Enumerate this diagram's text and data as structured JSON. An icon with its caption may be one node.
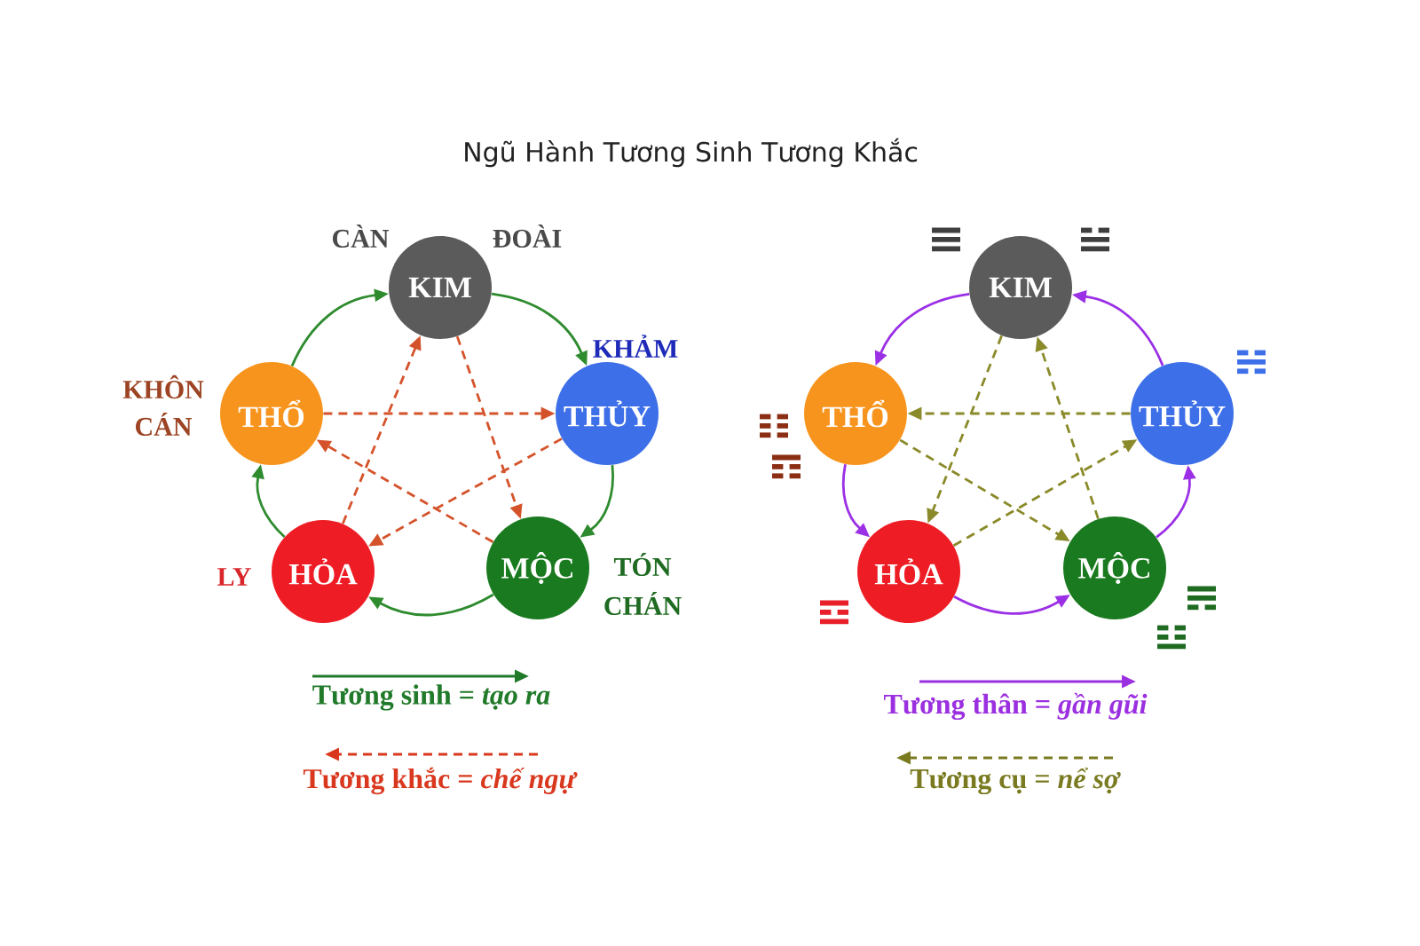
{
  "diagram": {
    "title": "Ngũ Hành Tương Sinh Tương Khắc",
    "nodes": [
      {
        "text": [
          "KIM"
        ],
        "beside": [
          "CÀN",
          "ĐOÀI"
        ]
      },
      {
        "text": [
          "THỔ"
        ],
        "beside": [
          "KHÔN",
          "CÁN"
        ]
      },
      {
        "text": [
          "THỦY"
        ],
        "beside": [
          "KHẢM"
        ]
      },
      {
        "text": [
          "HỎA"
        ],
        "beside": [
          "LY"
        ]
      },
      {
        "text": [
          "MỘC"
        ],
        "beside": [
          "TÓN",
          "CHÁN"
        ]
      },
      {
        "text": [
          "KIM"
        ]
      },
      {
        "text": [
          "THỔ"
        ]
      },
      {
        "text": [
          "THỦY"
        ]
      },
      {
        "text": [
          "HỎA"
        ]
      },
      {
        "text": [
          "MỘC"
        ]
      }
    ],
    "edges": [
      {
        "from": 0,
        "to": 2,
        "arrow": "to",
        "color": "#2e8b2e"
      },
      {
        "from": 2,
        "to": 4,
        "arrow": "to",
        "color": "#2e8b2e"
      },
      {
        "from": 4,
        "to": 3,
        "arrow": "to",
        "color": "#2e8b2e"
      },
      {
        "from": 3,
        "to": 1,
        "arrow": "to",
        "color": "#2e8b2e"
      },
      {
        "from": 1,
        "to": 0,
        "arrow": "to",
        "color": "#2e8b2e"
      },
      {
        "from": 0,
        "to": 4,
        "arrow": "to",
        "style": "dashed",
        "color": "#d4532b"
      },
      {
        "from": 4,
        "to": 1,
        "arrow": "to",
        "style": "dashed",
        "color": "#d4532b"
      },
      {
        "from": 1,
        "to": 2,
        "arrow": "to",
        "style": "dashed",
        "color": "#d4532b"
      },
      {
        "from": 2,
        "to": 3,
        "arrow": "to",
        "style": "dashed",
        "color": "#d4532b"
      },
      {
        "from": 3,
        "to": 0,
        "arrow": "to",
        "style": "dashed",
        "color": "#d4532b"
      },
      {
        "from": 5,
        "to": 6,
        "arrow": "to",
        "color": "#9b30e6"
      },
      {
        "from": 6,
        "to": 8,
        "arrow": "to",
        "color": "#9b30e6"
      },
      {
        "from": 8,
        "to": 9,
        "arrow": "to",
        "color": "#9b30e6"
      },
      {
        "from": 9,
        "to": 7,
        "arrow": "to",
        "color": "#9b30e6"
      },
      {
        "from": 7,
        "to": 5,
        "arrow": "to",
        "color": "#9b30e6"
      },
      {
        "from": 5,
        "to": 8,
        "arrow": "to",
        "style": "dashed",
        "color": "#8a8a2a"
      },
      {
        "from": 8,
        "to": 7,
        "arrow": "to",
        "style": "dashed",
        "color": "#8a8a2a"
      },
      {
        "from": 7,
        "to": 6,
        "arrow": "to",
        "style": "dashed",
        "color": "#8a8a2a"
      },
      {
        "from": 6,
        "to": 9,
        "arrow": "to",
        "style": "dashed",
        "color": "#8a8a2a"
      },
      {
        "from": 9,
        "to": 5,
        "arrow": "to",
        "style": "dashed",
        "color": "#8a8a2a"
      }
    ],
    "legend": [
      {
        "text": "Tương sinh = *tạo ra*"
      },
      {
        "text": "Tương khắc = *chế ngự*"
      },
      {
        "text": "Tương thân = *gần gũi*"
      },
      {
        "text": "Tương cụ = *nể sợ*"
      }
    ]
  }
}
